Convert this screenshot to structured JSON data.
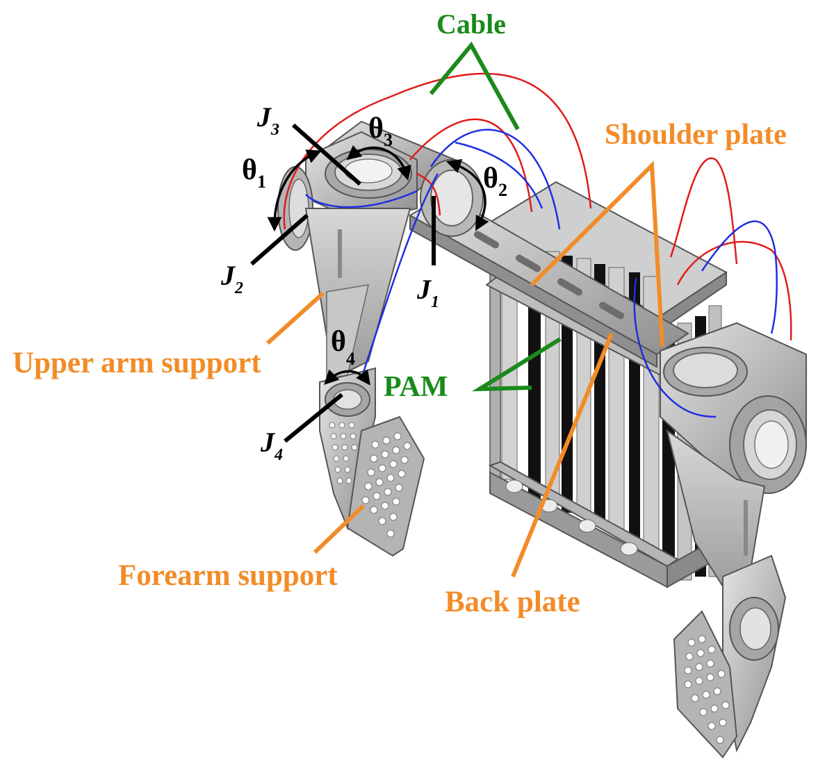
{
  "labels": {
    "cable": "Cable",
    "shoulder_plate": "Shoulder plate",
    "upper_arm_support": "Upper arm support",
    "pam": "PAM",
    "forearm_support": "Forearm support",
    "back_plate": "Back plate"
  },
  "joints": {
    "j1": {
      "letter": "J",
      "sub": "1"
    },
    "j2": {
      "letter": "J",
      "sub": "2"
    },
    "j3": {
      "letter": "J",
      "sub": "3"
    },
    "j4": {
      "letter": "J",
      "sub": "4"
    }
  },
  "angles": {
    "t1": {
      "symbol": "θ",
      "sub": "1"
    },
    "t2": {
      "symbol": "θ",
      "sub": "2"
    },
    "t3": {
      "symbol": "θ",
      "sub": "3"
    },
    "t4": {
      "symbol": "θ",
      "sub": "4"
    }
  },
  "colors": {
    "orange": "#f28c28",
    "green": "#1a8a1a",
    "black": "#000000",
    "cable_red": "#e01b1b",
    "cable_blue": "#1f2ee0",
    "metal_light": "#c9c9c9",
    "metal_mid": "#a6a6a6",
    "metal_dark": "#7a7a7a",
    "muscle": "#111111"
  }
}
